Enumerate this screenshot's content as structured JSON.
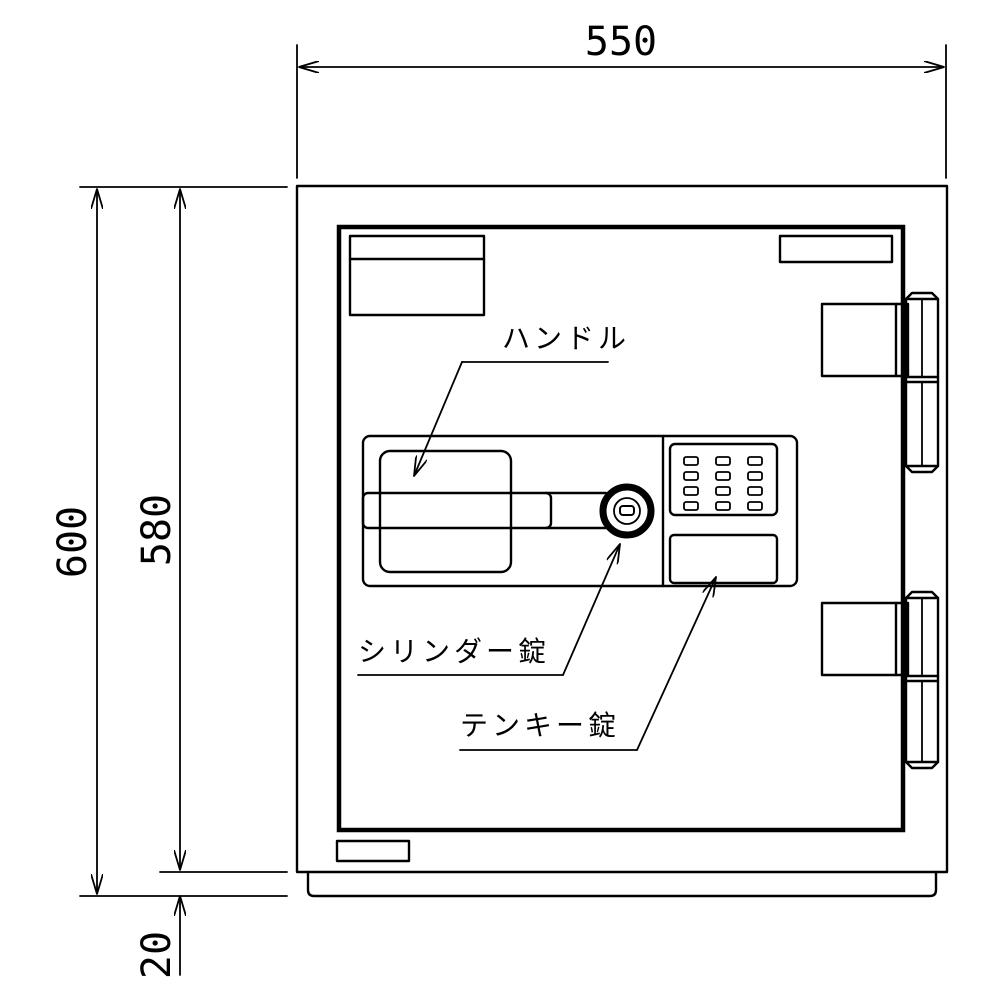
{
  "dimensions": {
    "width": "550",
    "height_total": "600",
    "height_body": "580",
    "base_height": "20"
  },
  "labels": {
    "handle": "ハンドル",
    "cylinder_lock": "シリンダー錠",
    "tenkey_lock": "テンキー錠"
  }
}
